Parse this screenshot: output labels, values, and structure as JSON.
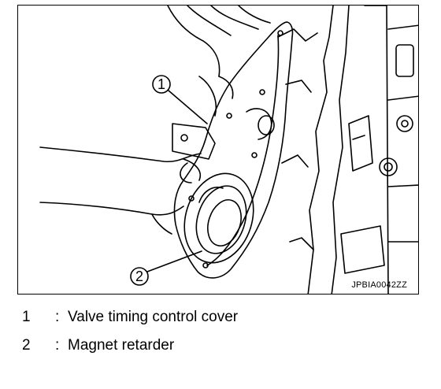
{
  "figure": {
    "code": "JPBIA0042ZZ",
    "callouts": [
      {
        "number": "1"
      },
      {
        "number": "2"
      }
    ]
  },
  "legend": {
    "separator": ":",
    "items": [
      {
        "number": "1",
        "label": "Valve timing control cover"
      },
      {
        "number": "2",
        "label": "Magnet retarder"
      }
    ]
  }
}
